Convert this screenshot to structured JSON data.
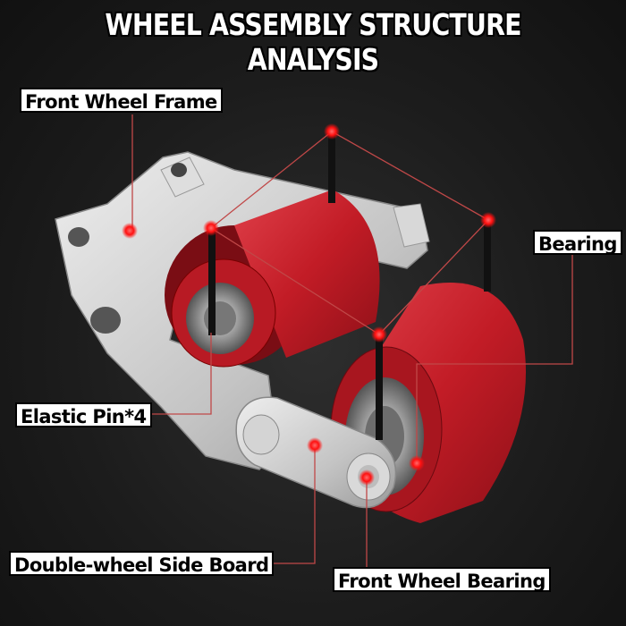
{
  "title": "WHEEL ASSEMBLY STRUCTURE ANALYSIS",
  "labels": {
    "front_wheel_frame": "Front Wheel Frame",
    "bearing": "Bearing",
    "elastic_pin": "Elastic Pin*4",
    "side_board": "Double-wheel Side Board",
    "front_wheel_bearing": "Front Wheel Bearing"
  },
  "colors": {
    "wheel_red": "#c8202a",
    "frame_metal": "#c9c9c9",
    "marker_red": "#ff2020",
    "leader_line": "#d04040"
  }
}
